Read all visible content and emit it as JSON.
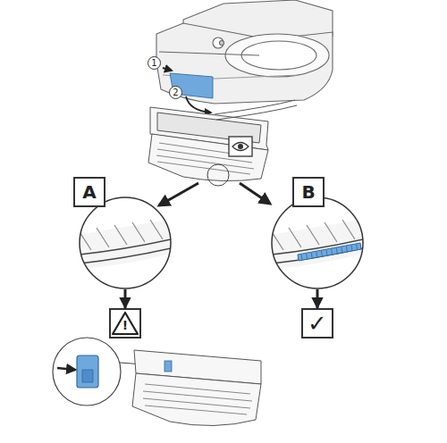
{
  "diagram": {
    "nodes": [
      {
        "text": [
          "A"
        ]
      },
      {
        "text": [
          "B"
        ]
      },
      {
        "text": [
          "!"
        ]
      },
      {
        "text": [
          "✓"
        ]
      }
    ],
    "edges": [
      {
        "from": 0,
        "to": 2,
        "arrow": "to"
      },
      {
        "from": 1,
        "to": 3,
        "arrow": "to"
      }
    ],
    "labels": [
      "1",
      "2"
    ]
  }
}
